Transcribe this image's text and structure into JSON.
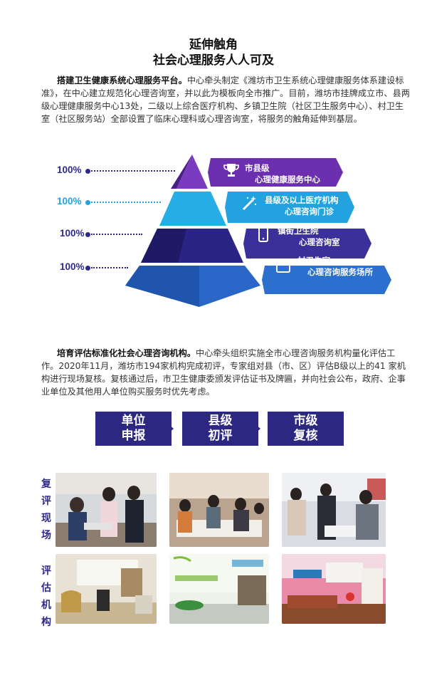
{
  "header": {
    "title_line1": "延伸触角",
    "title_line2": "社会心理服务人人可及"
  },
  "section1": {
    "lead": "搭建卫生健康系统心理服务平台。",
    "text": "中心牵头制定《潍坊市卫生系统心理健康服务体系建设标准》，在中心建立规范化心理咨询室，并以此为模板向全市推广。目前，潍坊市挂牌成立市、县两级心理健康服务中心13处，二级以上综合医疗机构、乡镇卫生院（社区卫生服务中心）、村卫生室（社区服务站）全部设置了临床心理科或心理咨询室，将服务的触角延伸到基层。"
  },
  "pyramid": {
    "levels": [
      {
        "percent": "100%",
        "line1": "市县级",
        "line2": "心理健康服务中心",
        "icon": "trophy-icon",
        "color": "#6b2fb0",
        "pct_color": "#2f2a8a"
      },
      {
        "percent": "100%",
        "line1": "县级及以上医疗机构",
        "line2": "心理咨询门诊",
        "icon": "magic-wand-icon",
        "color": "#22a3df",
        "pct_color": "#22a3df"
      },
      {
        "percent": "100%",
        "line1": "镇街卫生院",
        "line2": "心理咨询室",
        "icon": "phone-icon",
        "color": "#3b2f9a",
        "pct_color": "#2f2a8a"
      },
      {
        "percent": "100%",
        "line1": "村卫生室",
        "line2": "心理咨询服务场所",
        "icon": "calendar-icon",
        "color": "#2b6fcf",
        "pct_color": "#2f2a8a"
      }
    ]
  },
  "section2": {
    "lead": "培育评估标准化社会心理咨询机构。",
    "text": "中心牵头组织实施全市心理咨询服务机构量化评估工作。2020年11月，潍坊市194家机构完成初评，专家组对县（市、区）评估B级以上的41 家机构进行现场复核。复核通过后，市卫生健康委颁发评估证书及牌匾，并向社会公布，政府、企事业单位及其他用人单位购买服务时优先考虑。"
  },
  "flow": {
    "steps": [
      {
        "line1": "单位",
        "line2": "申报"
      },
      {
        "line1": "县级",
        "line2": "初评"
      },
      {
        "line1": "市级",
        "line2": "复核"
      }
    ]
  },
  "gallery": {
    "row1_label": "复评现场",
    "row2_label": "评估机构"
  }
}
